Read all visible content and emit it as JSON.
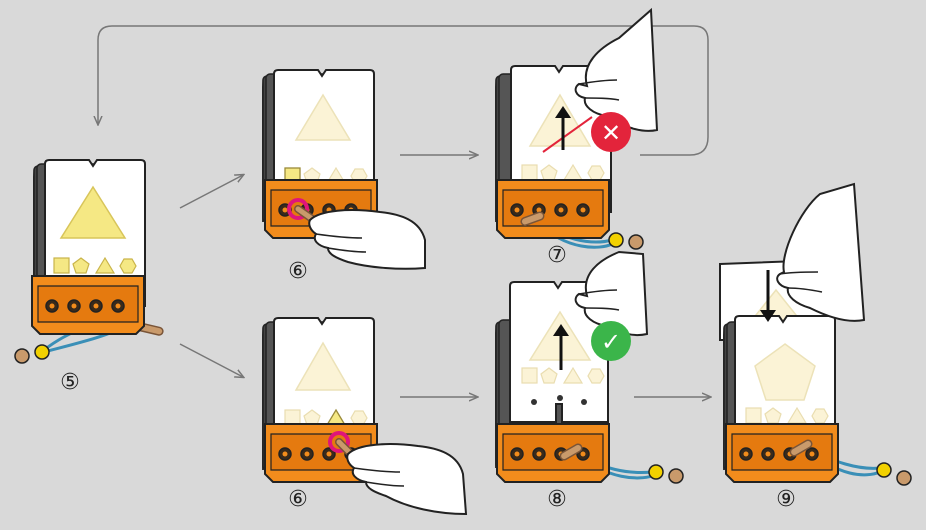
{
  "steps": [
    {
      "id": "step-5",
      "label": "⑤"
    },
    {
      "id": "step-6-top",
      "label": "⑥"
    },
    {
      "id": "step-6-bottom",
      "label": "⑥"
    },
    {
      "id": "step-7",
      "label": "⑦"
    },
    {
      "id": "step-8",
      "label": "⑧"
    },
    {
      "id": "step-9",
      "label": "⑨"
    }
  ],
  "markers": {
    "wrong": {
      "glyph": "✕",
      "color": "#e3243b"
    },
    "correct": {
      "glyph": "✓",
      "color": "#3bb54a"
    }
  },
  "colors": {
    "background": "#d9d9d9",
    "stand": "#f28c1c",
    "card": "#ffffff",
    "shape": "#f7ecb0",
    "shape_bright": "#f5e884",
    "peg_ring": "#e0157a",
    "bead": "#f2d100",
    "cord": "#3a8fb7",
    "wood": "#c99a6b"
  },
  "icons": [
    "triangle-shape",
    "square-shape",
    "pentagon-shape",
    "hexagon-shape",
    "hand-icon",
    "arrow-up-icon",
    "arrow-down-icon",
    "cross-icon",
    "check-icon"
  ]
}
